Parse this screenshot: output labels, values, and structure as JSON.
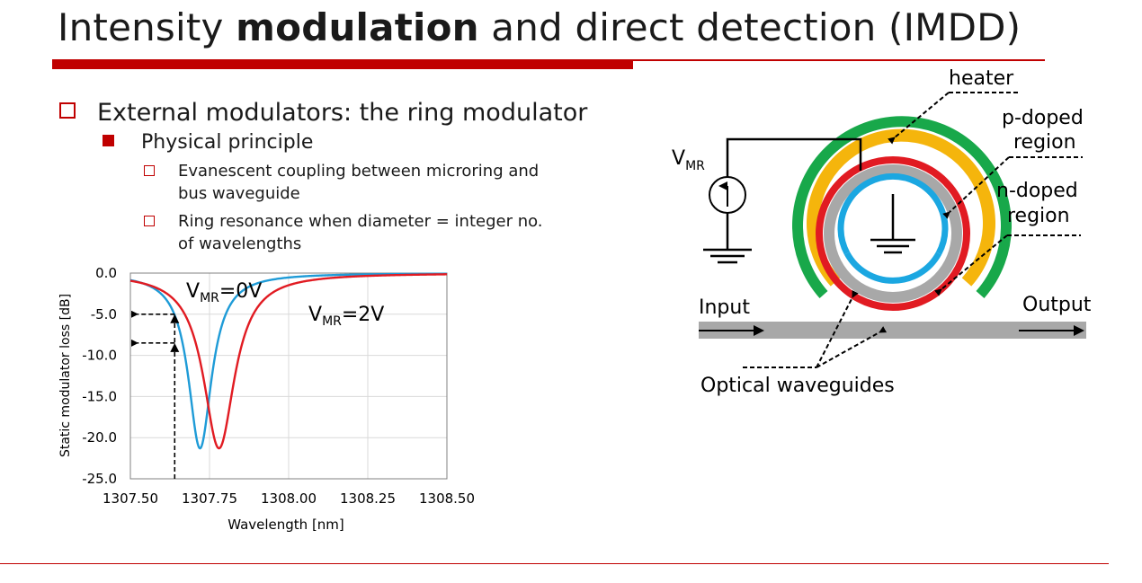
{
  "slide": {
    "title_before": "Intensity ",
    "title_bold": "modulation",
    "title_after": " and direct detection (IMDD)"
  },
  "bullets": {
    "level1": "External modulators: the ring modulator",
    "level2": "Physical principle",
    "level3": [
      {
        "line1": "Evanescent coupling between microring and",
        "line2": "bus waveguide"
      },
      {
        "line1": "Ring resonance when diameter = integer no.",
        "line2": "of wavelengths"
      }
    ]
  },
  "chart_data": {
    "type": "line",
    "xlabel": "Wavelength [nm]",
    "ylabel": "Static modulator loss [dB]",
    "xlim": [
      1307.5,
      1308.5
    ],
    "ylim": [
      -25,
      0
    ],
    "xticks": [
      "1307.50",
      "1307.75",
      "1308.00",
      "1308.25",
      "1308.50"
    ],
    "yticks": [
      "0.0",
      "-5.0",
      "-10.0",
      "-15.0",
      "-20.0",
      "-25.0"
    ],
    "grid": true,
    "series": [
      {
        "name": "V_MR=0V",
        "color": "#1e9bd7",
        "center": 1307.72,
        "depth": -21.3,
        "width": 0.045
      },
      {
        "name": "V_MR=2V",
        "color": "#e11b22",
        "center": 1307.78,
        "depth": -21.3,
        "width": 0.06
      }
    ],
    "annotations": {
      "label_0v_main": "V",
      "label_0v_sub": "MR",
      "label_0v_tail": "=0V",
      "label_2v_main": "V",
      "label_2v_sub": "MR",
      "label_2v_tail": "=2V"
    },
    "marker_wavelength": 1307.64,
    "marker_levels": [
      -5.0,
      -8.5
    ]
  },
  "diagram": {
    "heater": "heater",
    "p_doped_1": "p-doped",
    "p_doped_2": "region",
    "n_doped_1": "n-doped",
    "n_doped_2": "region",
    "source_main": "V",
    "source_sub": "MR",
    "input": "Input",
    "output": "Output",
    "waveguides": "Optical waveguides",
    "colors": {
      "heater": "#18a84a",
      "p_doped": "#f5b50c",
      "n_doped": "#e11b22",
      "core": "#a8a8a8",
      "inner": "#1ba7e1"
    }
  }
}
